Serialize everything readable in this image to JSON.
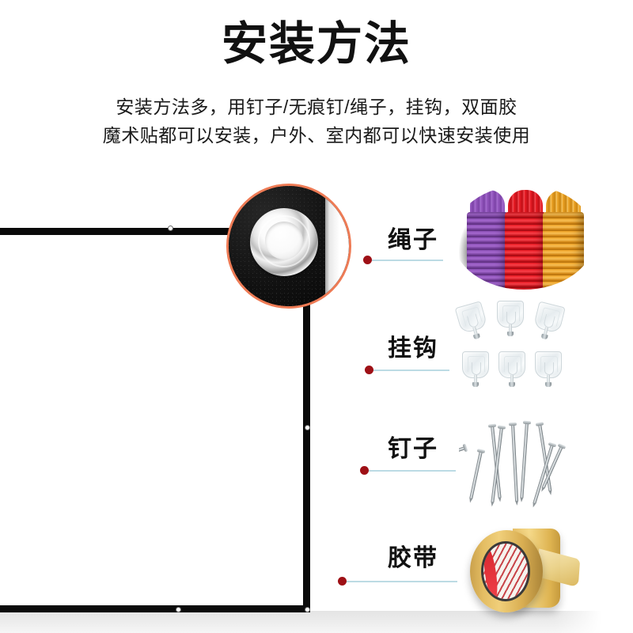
{
  "header": {
    "title": "安装方法",
    "subtitle_lines": [
      "安装方法多，用钉子/无痕钉/绳子，挂钩，双面胶",
      "魔术贴都可以安装，户外、室内都可以快速安装使用"
    ]
  },
  "detail": {
    "name": "grommet-closeup",
    "description": "投影幕布金属孔眼特写",
    "ring_color": "#ee7b55"
  },
  "screen": {
    "name": "projection-screen",
    "border_color": "#0a0a0a",
    "face_color": "#ffffff",
    "grommet_count": 4
  },
  "callouts": [
    {
      "label": "绳子",
      "item": "rope",
      "dot_color": "#9e1016",
      "line_color": "#bcdbe4"
    },
    {
      "label": "挂钩",
      "item": "hook",
      "dot_color": "#9e1016",
      "line_color": "#bcdbe4"
    },
    {
      "label": "钉子",
      "item": "nail",
      "dot_color": "#9e1016",
      "line_color": "#bcdbe4"
    },
    {
      "label": "胶带",
      "item": "tape",
      "dot_color": "#9e1016",
      "line_color": "#bcdbe4"
    }
  ],
  "products": {
    "ropes": {
      "name": "rope-bundles",
      "colors": [
        "#7b42a6",
        "#e5161f",
        "#eda024"
      ],
      "count": 3
    },
    "hooks": {
      "name": "adhesive-hooks",
      "count": 6,
      "color": "#e6ecef"
    },
    "nails": {
      "name": "steel-nails",
      "count": 9,
      "color": "#a8b0b4"
    },
    "tape": {
      "name": "double-sided-tape",
      "color": "#e4bd63",
      "label_color": "#c0262c"
    }
  }
}
